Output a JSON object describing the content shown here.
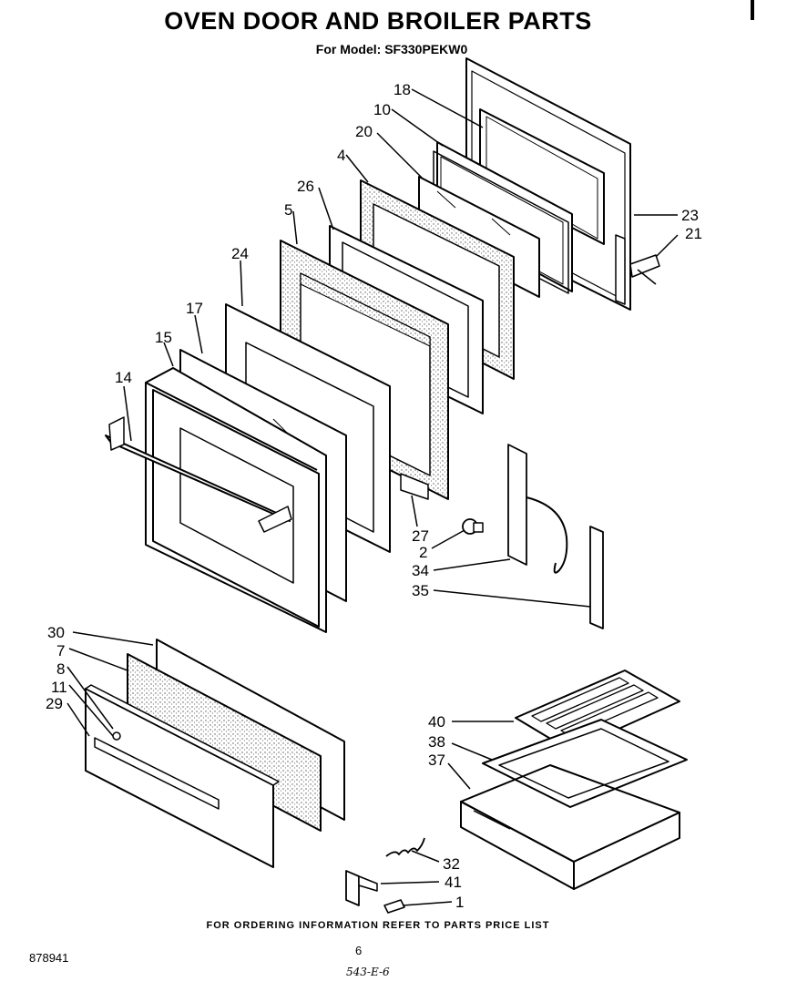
{
  "title": "OVEN DOOR AND BROILER PARTS",
  "subtitle": "For Model: SF330PEKW0",
  "footer": "FOR ORDERING INFORMATION REFER TO PARTS PRICE LIST",
  "document_number": "878941",
  "page_number": "6",
  "handwritten_note": "543-E-6",
  "callouts": [
    "18",
    "10",
    "20",
    "4",
    "26",
    "5",
    "24",
    "17",
    "15",
    "14",
    "23",
    "21",
    "27",
    "2",
    "34",
    "35",
    "30",
    "7",
    "8",
    "11",
    "29",
    "40",
    "38",
    "37",
    "32",
    "41",
    "1"
  ]
}
